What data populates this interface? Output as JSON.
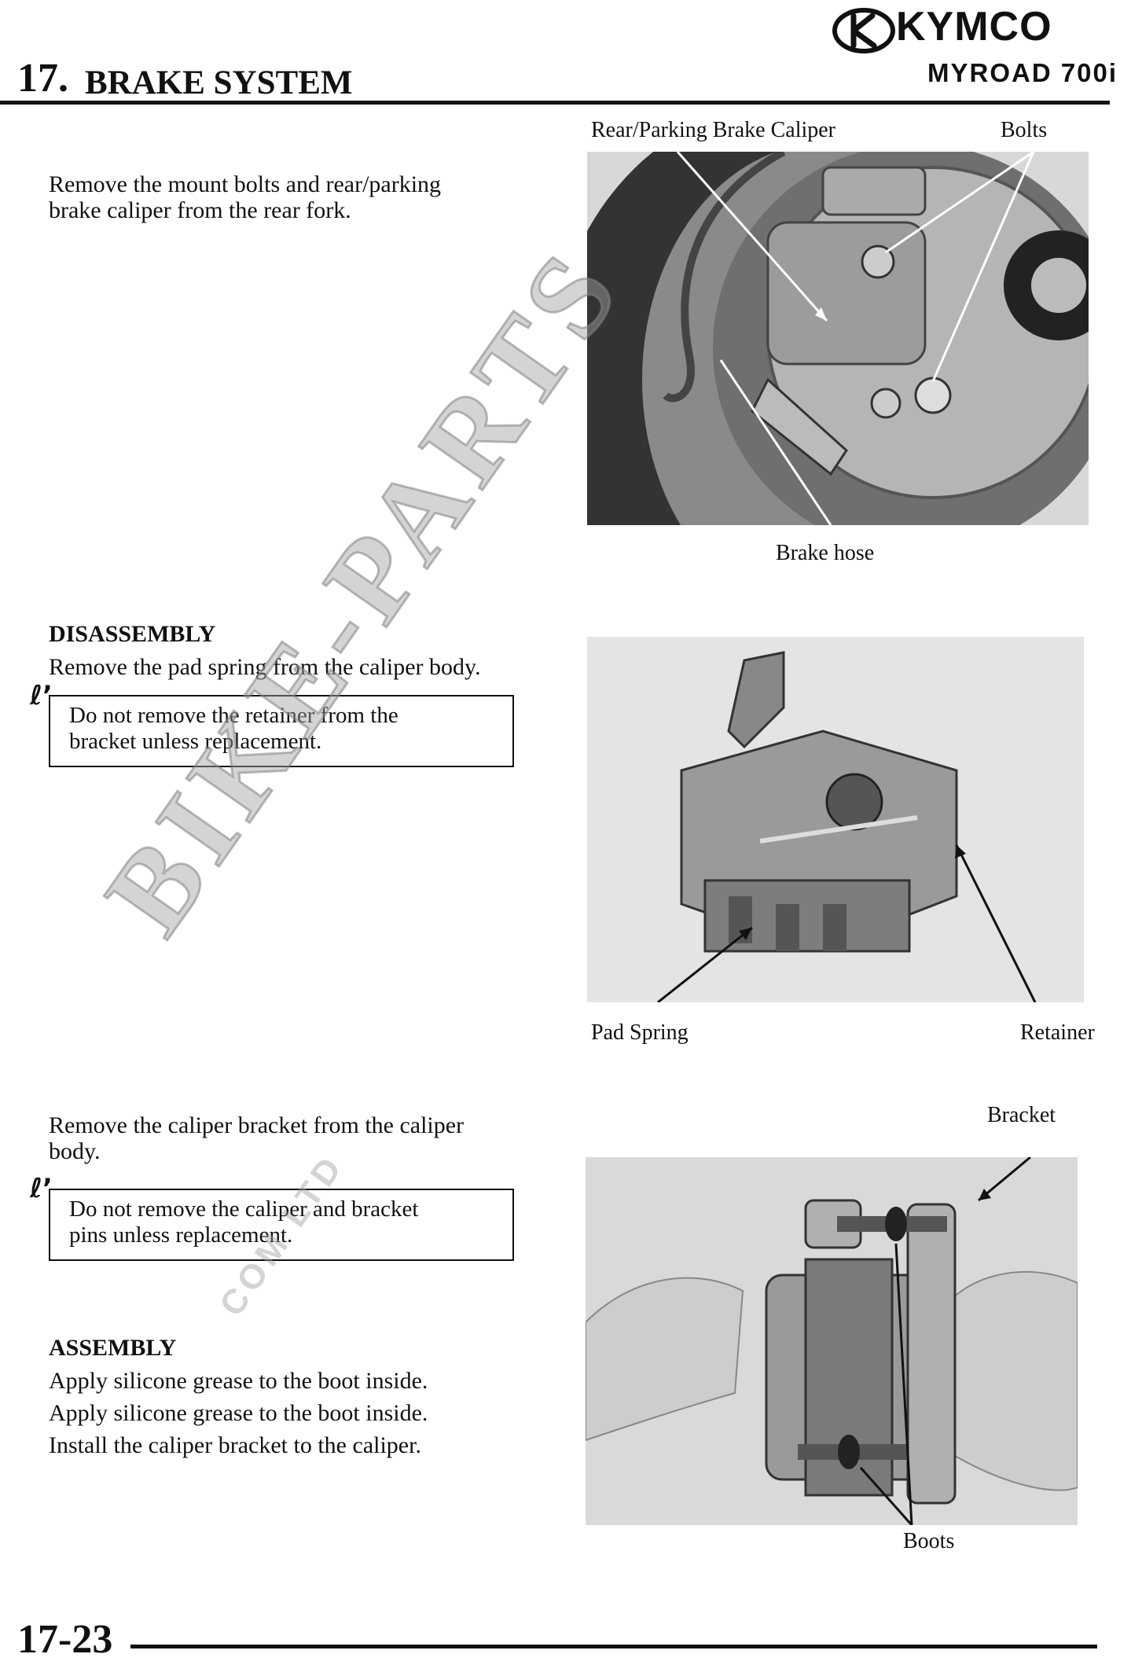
{
  "header": {
    "chapter_number": "17.",
    "chapter_title": "BRAKE SYSTEM",
    "brand": "KYMCO",
    "model": "MYROAD 700i"
  },
  "section1": {
    "text_line1": "Remove the mount bolts and rear/parking",
    "text_line2": "brake caliper from the rear fork.",
    "labels": {
      "caliper": "Rear/Parking Brake Caliper",
      "bolts": "Bolts",
      "brake_hose": "Brake hose"
    }
  },
  "section2": {
    "heading": "DISASSEMBLY",
    "text": "Remove the pad spring from the caliper body.",
    "caution_line1": "Do not remove the retainer from the",
    "caution_line2": "bracket unless replacement.",
    "labels": {
      "pad_spring": "Pad Spring",
      "retainer": "Retainer"
    }
  },
  "section3": {
    "text_line1": "Remove the caliper bracket from the caliper",
    "text_line2": "body.",
    "caution_line1": "Do not remove the caliper and bracket",
    "caution_line2": "pins unless replacement.",
    "labels": {
      "bracket": "Bracket",
      "boots": "Boots"
    }
  },
  "section4": {
    "heading": "ASSEMBLY",
    "line1": "Apply silicone grease to the boot inside.",
    "line2": "Apply silicone grease to the boot inside.",
    "line3": "Install the caliper bracket to the caliper."
  },
  "watermark": {
    "main": "BIKE-PARTS",
    "sub": "COM LTD"
  },
  "footer": {
    "page_number": "17-23"
  },
  "caution_icon": "caution-hand-icon",
  "colors": {
    "text": "#111111",
    "photo_gray": "#cfcfcf"
  }
}
